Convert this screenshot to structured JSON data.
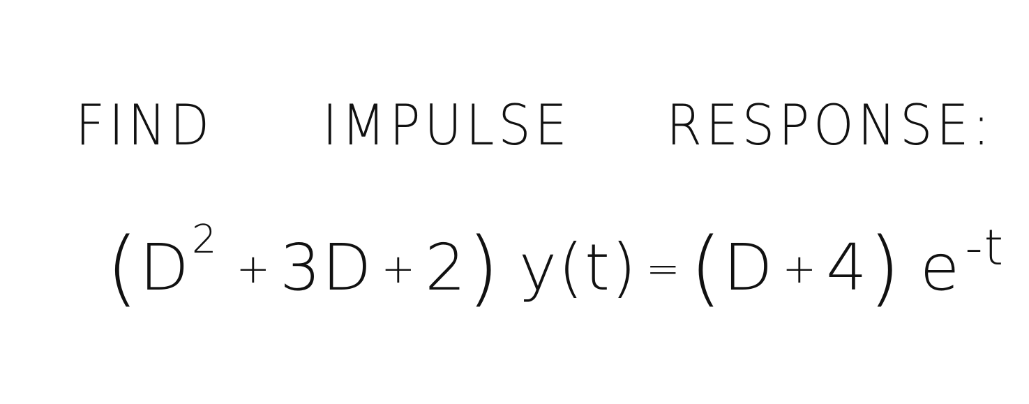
{
  "heading": {
    "words": [
      "FIND",
      "IMPULSE",
      "RESPONSE:"
    ]
  },
  "equation": {
    "lhs_open": "(",
    "lhs_d": "D",
    "lhs_power": "2",
    "plus_1": "+",
    "lhs_term2": "3D",
    "plus_2": "+",
    "lhs_const": "2",
    "lhs_close": ")",
    "output": "y(t)",
    "equals": "=",
    "rhs_open": "(",
    "rhs_d": "D",
    "plus_3": "+",
    "rhs_const": "4",
    "rhs_close": ")",
    "base": "e",
    "exponent": "-t"
  }
}
